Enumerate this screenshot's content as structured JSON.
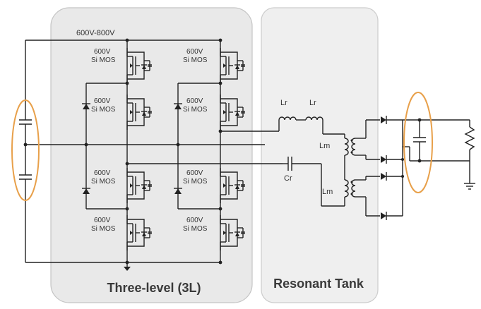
{
  "bus_voltage": "600V-800V",
  "device_rating": "600V",
  "device_type": "Si MOS",
  "sections": {
    "three_level": "Three-level (3L)",
    "resonant_tank": "Resonant Tank"
  },
  "components": {
    "lr1": "Lr",
    "lr2": "Lr",
    "cr": "Cr",
    "lm1": "Lm",
    "lm2": "Lm"
  },
  "colors": {
    "panel_fill": "#e9e9e9",
    "panel_stroke": "#c4c4c4",
    "wire": "#222222",
    "highlight": "#e8a04a"
  }
}
